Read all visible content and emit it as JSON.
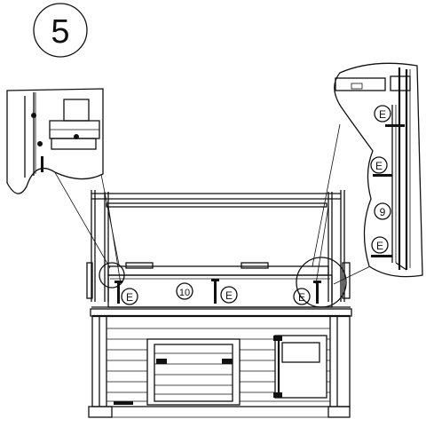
{
  "step": {
    "number": "5"
  },
  "callouts": {
    "part_10": "10",
    "part_9": "9",
    "screw_letter": "E"
  },
  "colors": {
    "line": "#111111",
    "background": "#ffffff"
  }
}
